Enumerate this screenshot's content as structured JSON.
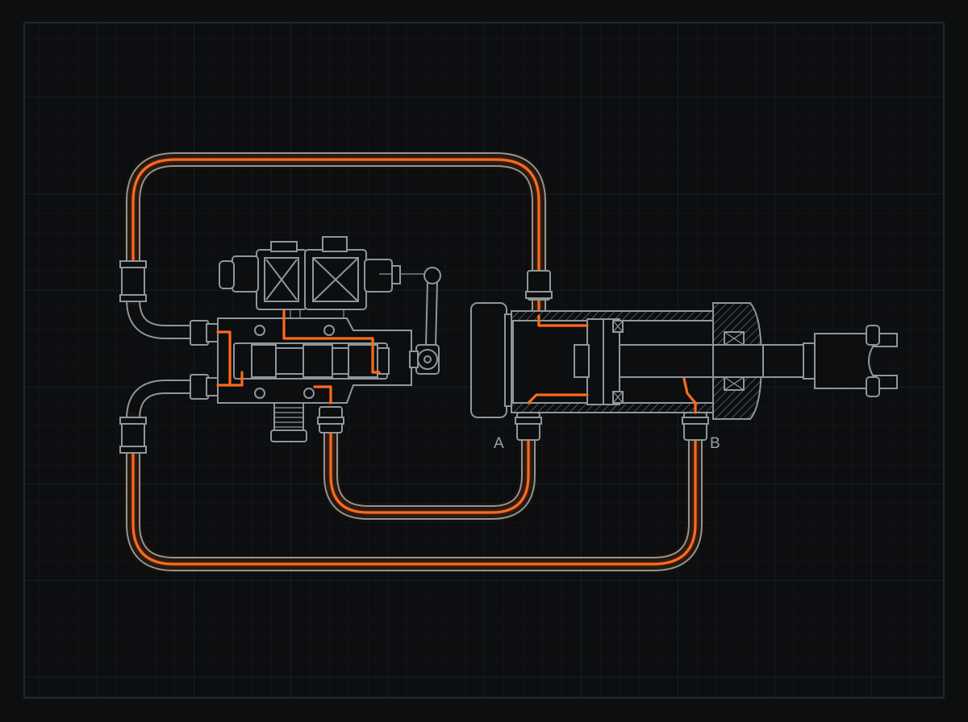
{
  "diagram": {
    "ports": [
      {
        "id": "A",
        "label": "A"
      },
      {
        "id": "B",
        "label": "B"
      }
    ],
    "colors": {
      "background": "#0c0e10",
      "grid": "#1c2125",
      "outline": "#8e979b",
      "flow": "#ff6a1a"
    }
  }
}
